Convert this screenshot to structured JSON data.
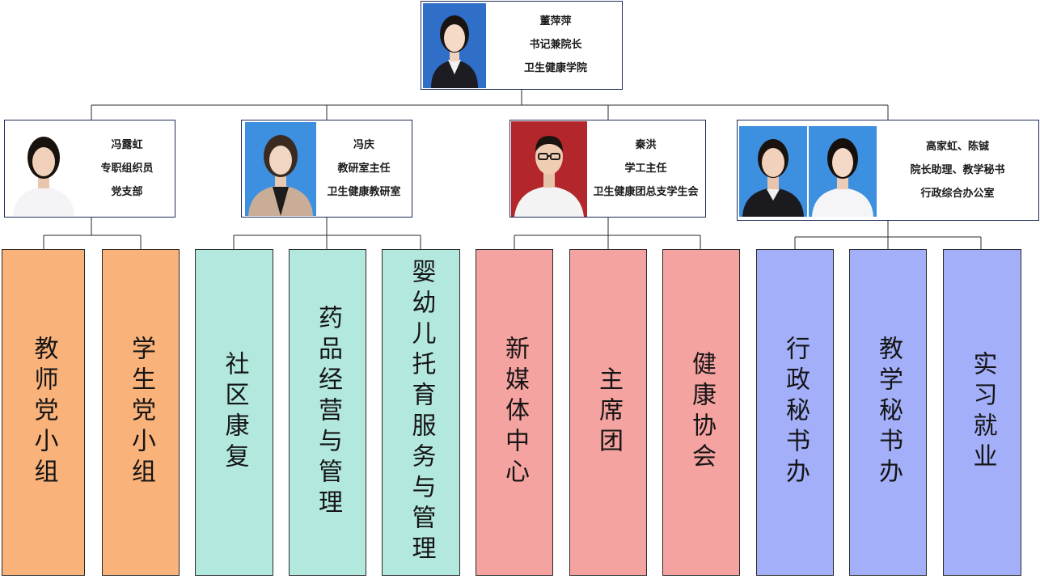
{
  "colors": {
    "party": "#f9b27a",
    "teaching": "#b3e8df",
    "student": "#f5a3a0",
    "office": "#a3aff9",
    "border": "#1f2b5a"
  },
  "root": {
    "name": "董萍萍",
    "title": "书记兼院长",
    "dept": "卫生健康学院",
    "photo_bg": "#2f6fc7"
  },
  "leaders": [
    {
      "name": "冯露虹",
      "title": "专职组织员",
      "dept": "党支部",
      "photo_bg": "#ffffff"
    },
    {
      "name": "冯庆",
      "title": "教研室主任",
      "dept": "卫生健康教研室",
      "photo_bg": "#3d8fe0"
    },
    {
      "name": "秦洪",
      "title": "学工主任",
      "dept": "卫生健康团总支学生会",
      "photo_bg": "#b3262b"
    },
    {
      "name": "高家虹、陈铖",
      "title": "院长助理、教学秘书",
      "dept": "行政综合办公室",
      "photo_bg": "#3d8fe0"
    }
  ],
  "units": [
    {
      "label": "教师党小组",
      "group": "party"
    },
    {
      "label": "学生党小组",
      "group": "party"
    },
    {
      "label": "社区康复",
      "group": "teaching"
    },
    {
      "label": "药品经营与管理",
      "group": "teaching"
    },
    {
      "label": "婴幼儿托育服务与管理",
      "group": "teaching"
    },
    {
      "label": "新媒体中心",
      "group": "student"
    },
    {
      "label": "主席团",
      "group": "student"
    },
    {
      "label": "健康协会",
      "group": "student"
    },
    {
      "label": "行政秘书办",
      "group": "office"
    },
    {
      "label": "教学秘书办",
      "group": "office"
    },
    {
      "label": "实习就业",
      "group": "office"
    }
  ]
}
